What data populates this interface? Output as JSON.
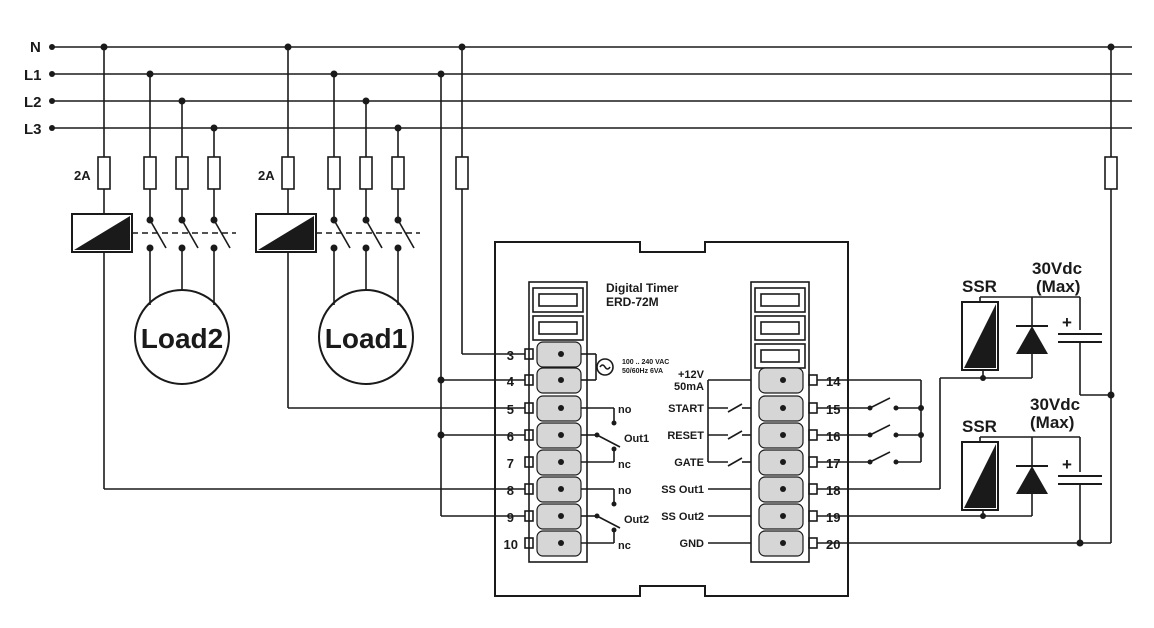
{
  "bus": {
    "lines": [
      "N",
      "L1",
      "L2",
      "L3"
    ]
  },
  "fuse_labels": {
    "left": "2A",
    "mid": "2A"
  },
  "loads": {
    "load2": "Load2",
    "load1": "Load1"
  },
  "device": {
    "title": "Digital Timer",
    "model": "ERD-72M"
  },
  "supply": {
    "line1": "100 .. 240 VAC",
    "line2": "50/60Hz 6VA"
  },
  "left_terminals": [
    "3",
    "4",
    "5",
    "6",
    "7",
    "8",
    "9",
    "10"
  ],
  "relay_labels": {
    "no1": "no",
    "out1": "Out1",
    "nc1": "nc",
    "no2": "no",
    "out2": "Out2",
    "nc2": "nc"
  },
  "right_terminals": [
    "14",
    "15",
    "16",
    "17",
    "18",
    "19",
    "20"
  ],
  "right_labels": {
    "plus12": "+12V",
    "ma": "50mA",
    "start": "START",
    "reset": "RESET",
    "gate": "GATE",
    "ssout1": "SS Out1",
    "ssout2": "SS Out2",
    "gnd": "GND"
  },
  "ssr": {
    "label1": "SSR",
    "label2": "SSR",
    "volt1": "30Vdc",
    "max1": "(Max)",
    "volt2": "30Vdc",
    "max2": "(Max)",
    "plus1": "+",
    "plus2": "+"
  }
}
